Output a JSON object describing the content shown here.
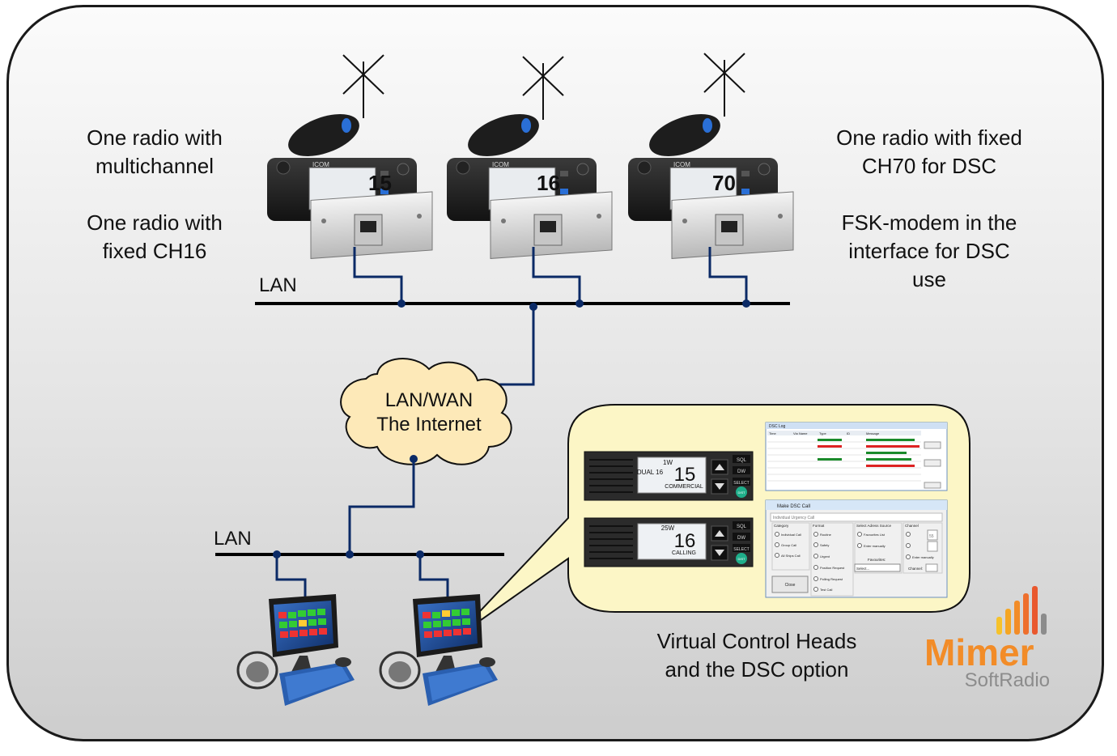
{
  "left_labels": {
    "line1": "One radio with",
    "line2": "multichannel",
    "line3": "One radio with",
    "line4": "fixed CH16"
  },
  "right_labels": {
    "line1": "One radio with fixed",
    "line2": "CH70 for DSC",
    "line3": "FSK-modem in the",
    "line4": "interface for DSC",
    "line5": "use"
  },
  "radios": [
    {
      "channel": "15",
      "brand": "ICOM"
    },
    {
      "channel": "16",
      "brand": "ICOM"
    },
    {
      "channel": "70",
      "brand": "ICOM"
    }
  ],
  "lan_top_label": "LAN",
  "lan_bottom_label": "LAN",
  "cloud": {
    "line1": "LAN/WAN",
    "line2": "The Internet"
  },
  "caption": {
    "line1": "Virtual Control Heads",
    "line2": "and the DSC option"
  },
  "logo": {
    "name": "Mimer",
    "sub": "SoftRadio"
  },
  "control_heads": [
    {
      "power": "1W",
      "mode": "DUAL 16",
      "channel": "15",
      "label": "COMMERCIAL"
    },
    {
      "power": "25W",
      "mode": "",
      "channel": "16",
      "label": "CALLING"
    }
  ],
  "control_buttons": [
    "SQL",
    "DW",
    "SELECT",
    "DIST"
  ],
  "dsc_dialog": {
    "title": "Make DSC Call",
    "section": "Individual Urgency Call",
    "category_label": "Category",
    "categories": [
      "Individual Call",
      "Group Call",
      "All Ships Call"
    ],
    "format_label": "Format",
    "formats": [
      "Routine",
      "Safety",
      "Urgent",
      "Position Request",
      "Polling Request",
      "Test Call"
    ],
    "address_label": "Select Adress Source",
    "address_options": [
      "Favourites List",
      "Enter manually"
    ],
    "favourites_label": "Favourites:",
    "select_value": "Select...",
    "channel_label": "Channel",
    "channel_value": "55",
    "channel_manual": "Enter manually",
    "close_label": "Close",
    "channel_field_label": "Channel:"
  },
  "dsc_log": {
    "title": "DSC Log",
    "columns": [
      "Time",
      "Via Name",
      "Type",
      "ID",
      "Message"
    ]
  },
  "colors": {
    "line": "#0b2a66",
    "bus": "#000000",
    "cloud": "#fde9b8",
    "callout": "#fcf6c6",
    "logo_orange": "#f28c28",
    "logo_grey": "#8c8c8c"
  }
}
